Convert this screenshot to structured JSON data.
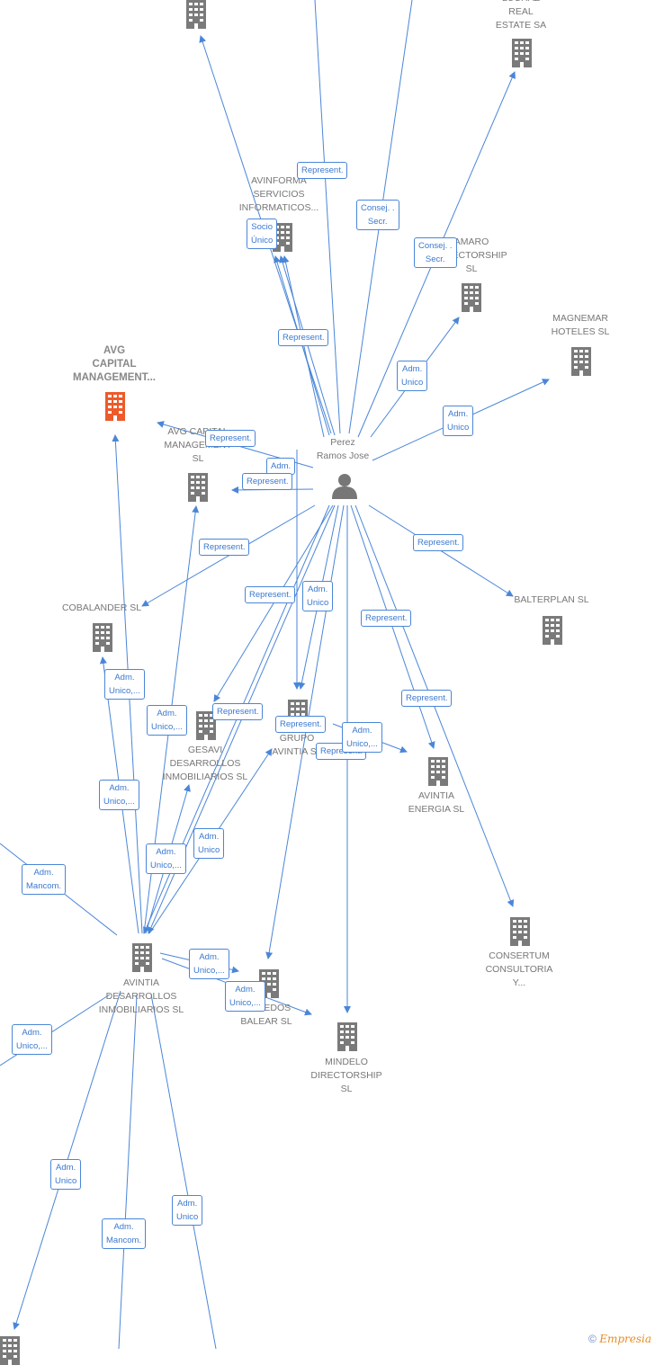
{
  "colors": {
    "edge": "#4a86d8",
    "building": "#7a7a7a",
    "building_highlight": "#ee5a2a",
    "person": "#777777"
  },
  "nodes": {
    "top_left": {
      "label": "",
      "icon": "building-icon"
    },
    "lujaz": {
      "label": "LUCHAZ\nREAL\nESTATE SA",
      "icon": "building-icon"
    },
    "avinforma": {
      "label": "AVINFORMA\nSERVICIOS\nINFORMATICOS...",
      "icon": "building-icon"
    },
    "amaro": {
      "label": "AMARO\nDIRECTORSHIP\nSL",
      "icon": "building-icon"
    },
    "magnemar": {
      "label": "MAGNEMAR\nHOTELES  SL",
      "icon": "building-icon"
    },
    "avg_capital": {
      "label": "AVG\nCAPITAL\nMANAGEMENT...",
      "icon": "building-icon-highlight"
    },
    "avg_capital_sl": {
      "label": "AVG CAPITAL\nMANAGEMENT\nSL",
      "icon": "building-icon"
    },
    "person": {
      "label": "Perez\nRamos Jose",
      "icon": "person-icon"
    },
    "cobalander": {
      "label": "COBALANDER SL",
      "icon": "building-icon"
    },
    "balterplan": {
      "label": "BALTERPLAN SL",
      "icon": "building-icon"
    },
    "gesavi": {
      "label": "GESAVI\nDESARROLLOS\nINMOBILIARIOS SL",
      "icon": "building-icon"
    },
    "grupo_avintia": {
      "label": "GRUPO\nAVINTIA SL",
      "icon": "building-icon"
    },
    "avintia_energia": {
      "label": "AVINTIA\nENERGIA  SL",
      "icon": "building-icon"
    },
    "consertum": {
      "label": "CONSERTUM\nCONSULTORIA\nY...",
      "icon": "building-icon"
    },
    "avintia_desarrollos": {
      "label": "AVINTIA\nDESARROLLOS\nINMOBILIARIOS SL",
      "icon": "building-icon"
    },
    "romedos": {
      "label": "ROMEDOS\nBALEAR  SL",
      "icon": "building-icon"
    },
    "mindelo": {
      "label": "MINDELO\nDIRECTORSHIP\nSL",
      "icon": "building-icon"
    },
    "bottom_left": {
      "label": "",
      "icon": "building-icon"
    }
  },
  "roles": {
    "r1": "Represent.",
    "r2": "Consej. .\nSecr.",
    "r3": "Consej. .\nSecr.",
    "r4": "Socio\nÚnico",
    "r5": "Represent.",
    "r6": "Adm.\nUnico",
    "r7": "Adm.\nUnico",
    "r8": "Represent.",
    "r9": "Adm.",
    "r10": "Represent.",
    "r11": "Represent.",
    "r12": "Represent.",
    "r13": "Represent.",
    "r14": "Adm.\nUnico",
    "r15": "Represent.",
    "r16": "Adm.\nUnico,...",
    "r17": "Adm.\nUnico,...",
    "r18": "Represent.",
    "r19": "Represent.",
    "r20": "Represent.",
    "r21": "Represent.",
    "r22": "Adm.\nUnico,...",
    "r23": "Adm.\nUnico,...",
    "r24": "Adm.\nUnico",
    "r25": "Adm.\nUnico,...",
    "r26": "Adm.\nMancom.",
    "r27": "Adm.\nUnico,...",
    "r28": "Adm.\nUnico,...",
    "r29": "Adm.\nUnico,...",
    "r30": "Adm.\nUnico",
    "r31": "Adm.\nMancom.",
    "r32": "Adm.\nUnico"
  },
  "footer": {
    "copyright": "©",
    "brand": "Empresia"
  }
}
